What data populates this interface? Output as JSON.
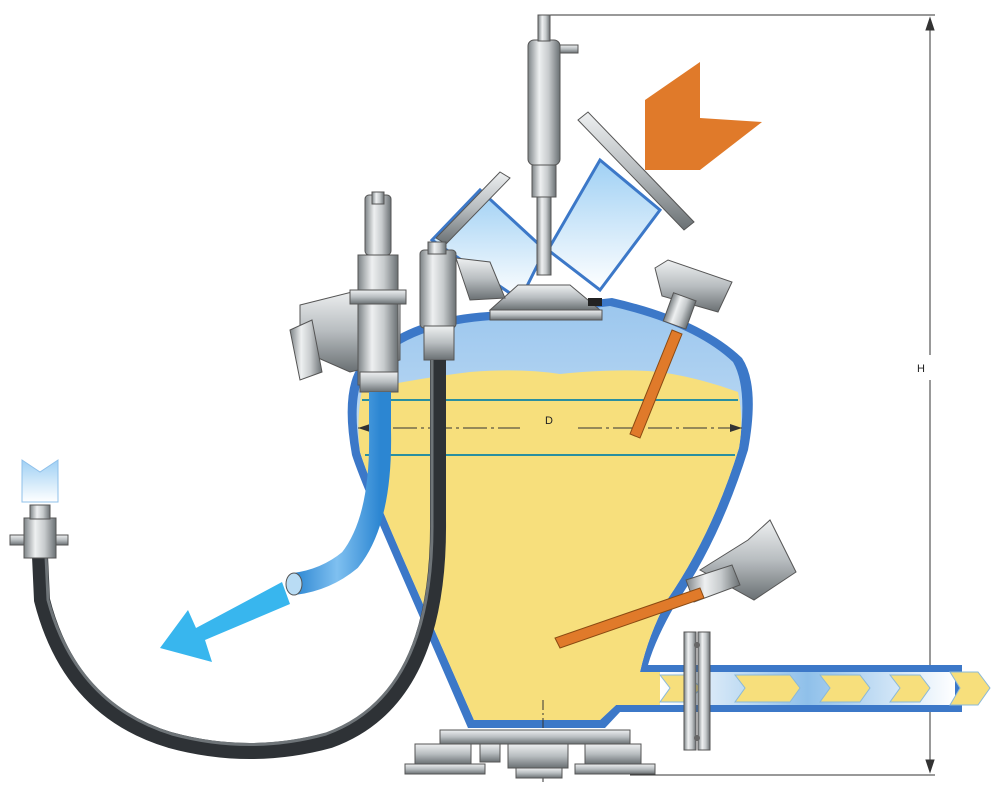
{
  "labels": {
    "diameter": "D",
    "height": "H"
  },
  "colors": {
    "vessel_wall": "#3c78c8",
    "product_fill": "#f7df7c",
    "air_flow_arrow": "#38b6ee",
    "feed_arrow": "#e07a2a",
    "metal_light": "#d8dcde",
    "metal_dark": "#6e7478",
    "hose_dark": "#2e3236"
  },
  "icons": {
    "inlet_arrow": "orange-chevron-arrow",
    "discharge_arrow": "blue-arrow",
    "air_inlet": "blue-chevron",
    "conveying_flow": "chevron-arrows"
  }
}
